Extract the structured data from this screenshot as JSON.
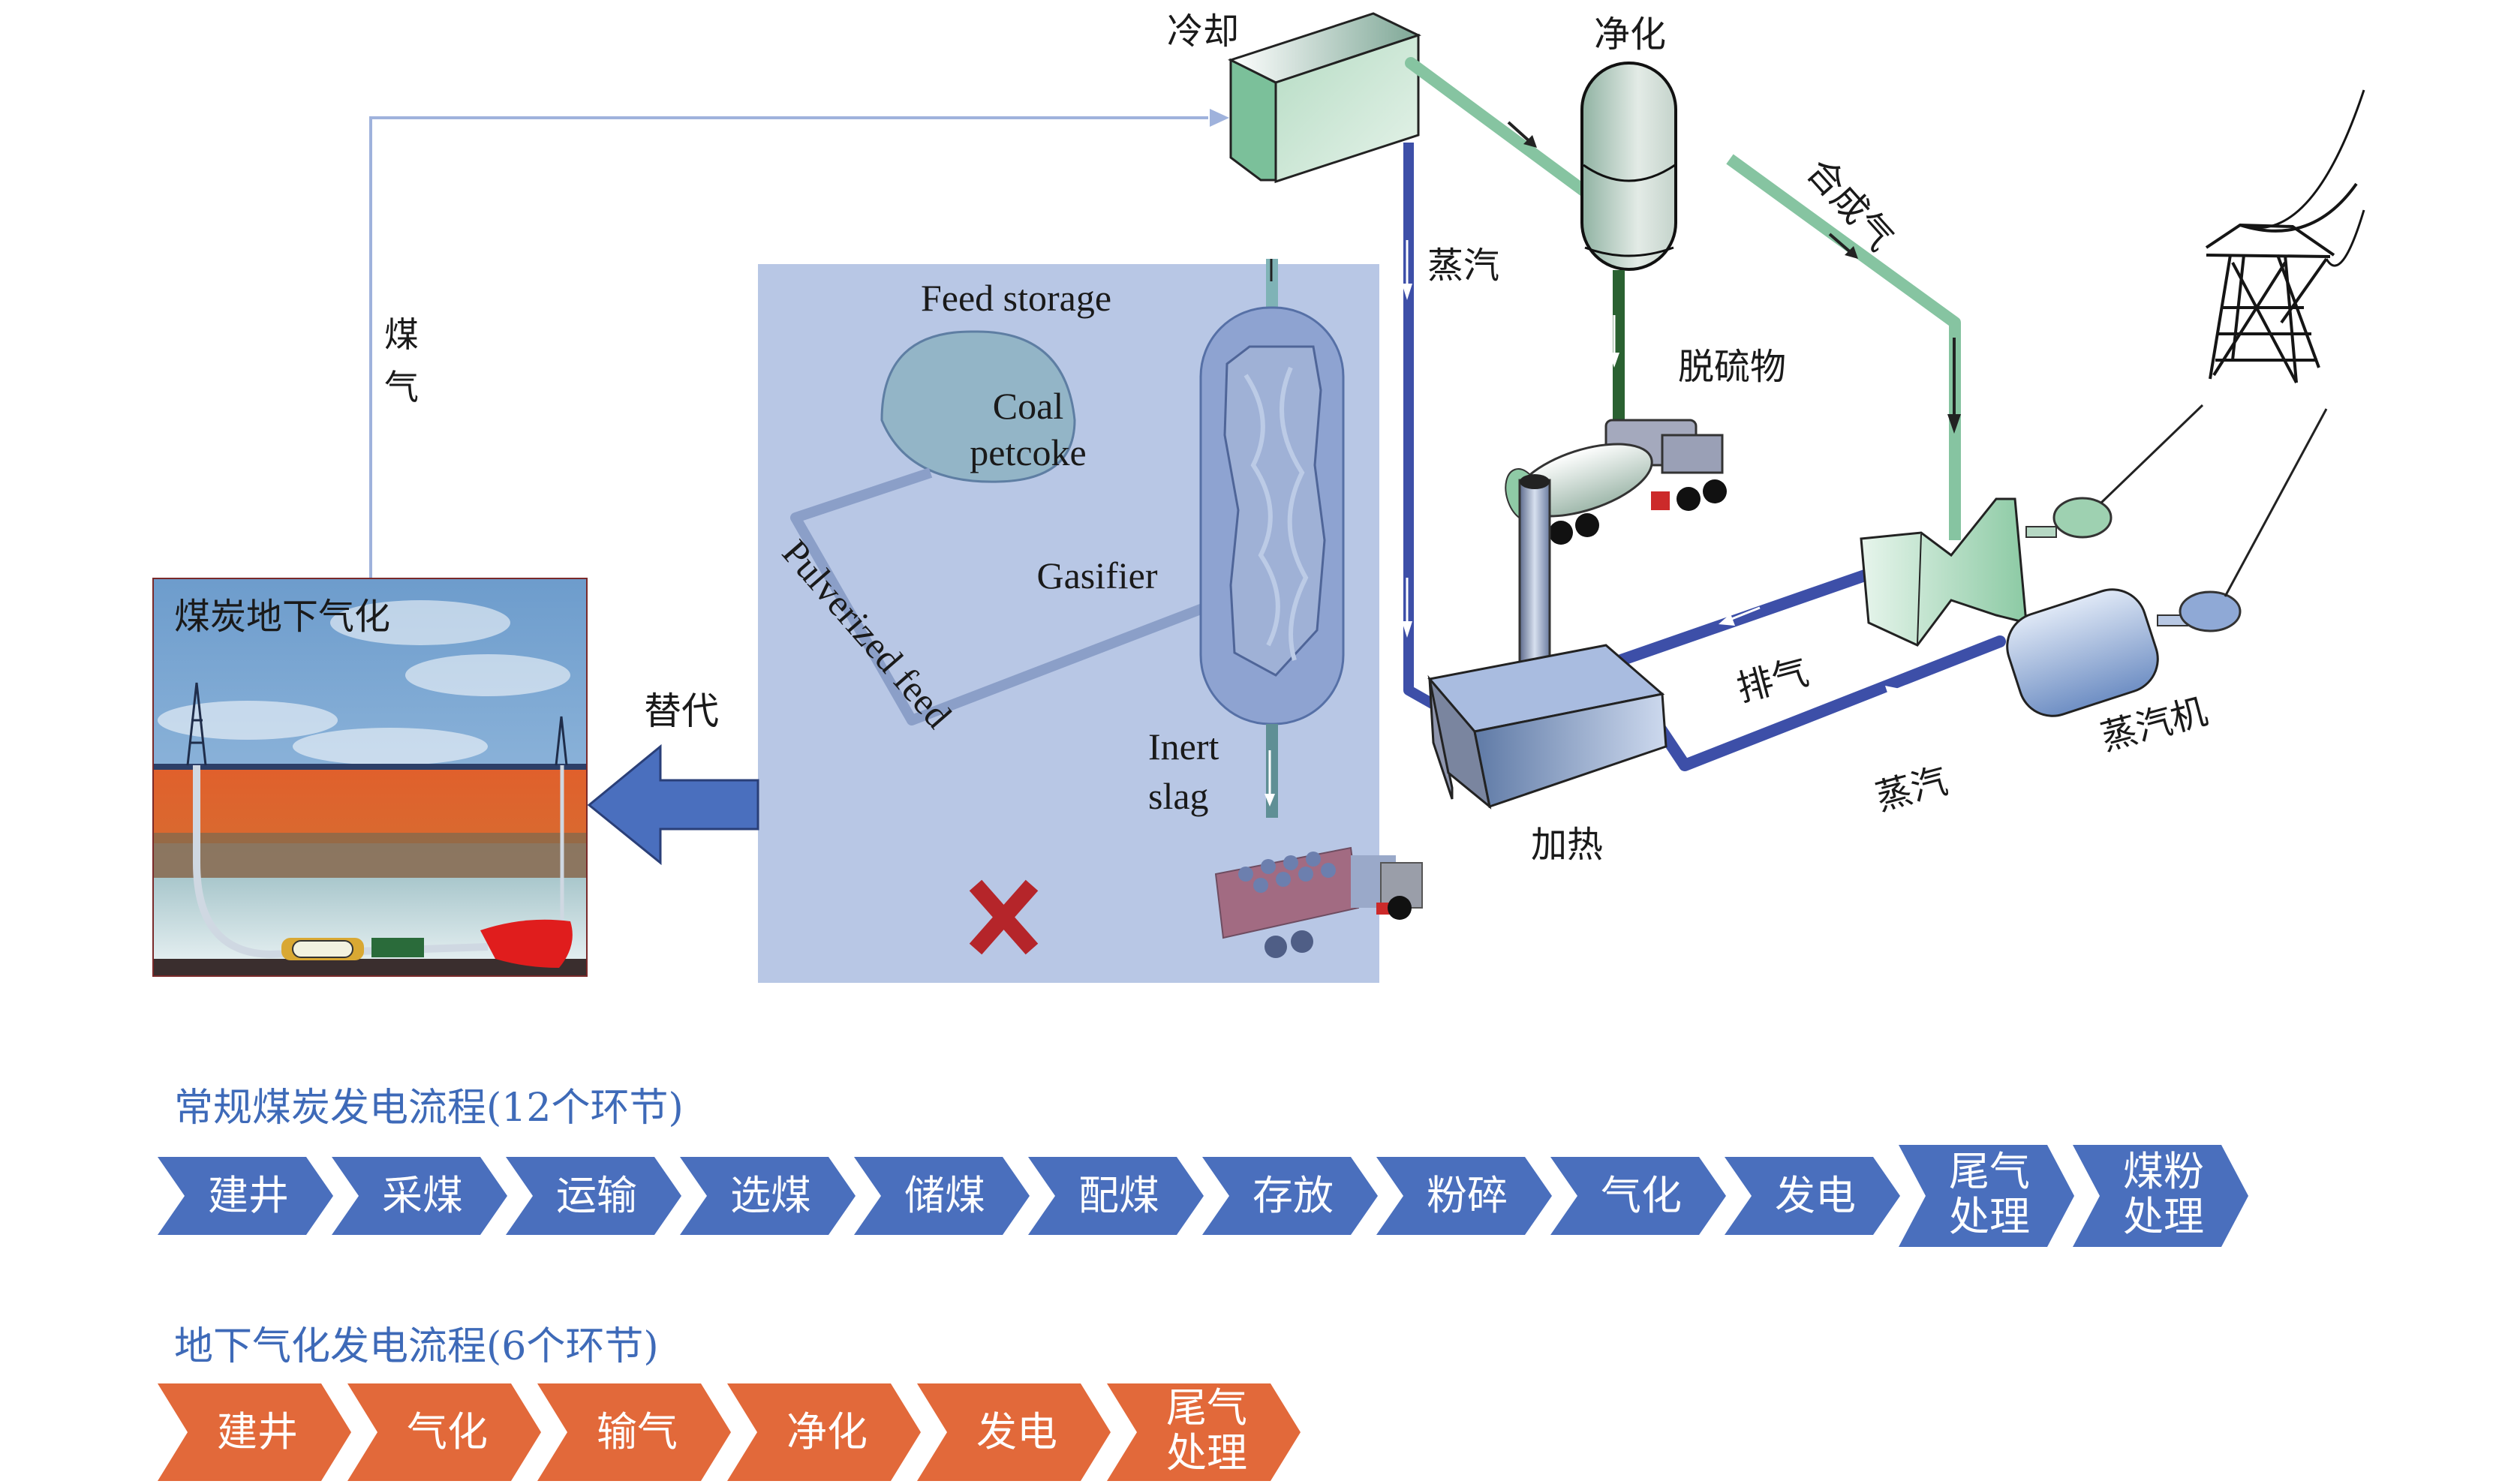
{
  "diagram": {
    "labels": {
      "cooling": "冷却",
      "purification": "净化",
      "syngas": "合成气",
      "steam_top": "蒸汽",
      "desulfurization": "脱硫物",
      "exhaust": "排气",
      "heating": "加热",
      "steam_bottom": "蒸汽",
      "steam_turbine": "蒸汽机",
      "coal_gas_char1": "煤",
      "coal_gas_char2": "气",
      "ucg": "煤炭地下气化",
      "replace": "替代"
    },
    "gasifier_panel": {
      "feed_storage": "Feed storage",
      "coal": "Coal",
      "petcoke": "petcoke",
      "gasifier": "Gasifier",
      "pulverized_feed": "Pulverized feed",
      "inert": "Inert",
      "slag": "slag",
      "status_mark": "cross-mark"
    },
    "colors": {
      "panel_bg": "#b8c7e5",
      "steam_pipe": "#3d4fa8",
      "syngas_pipe": "#86c4a1",
      "coal_gas_line": "#9fb2dc",
      "replace_arrow": "#4a6fbe",
      "conventional_chevron": "#4a6fbd",
      "ucg_chevron": "#e2693a",
      "cross": "#b5252a"
    }
  },
  "conventional_flow": {
    "title": "常规煤炭发电流程(12个环节)",
    "steps": [
      {
        "line1": "建井",
        "line2": ""
      },
      {
        "line1": "采煤",
        "line2": ""
      },
      {
        "line1": "运输",
        "line2": ""
      },
      {
        "line1": "选煤",
        "line2": ""
      },
      {
        "line1": "储煤",
        "line2": ""
      },
      {
        "line1": "配煤",
        "line2": ""
      },
      {
        "line1": "存放",
        "line2": ""
      },
      {
        "line1": "粉碎",
        "line2": ""
      },
      {
        "line1": "气化",
        "line2": ""
      },
      {
        "line1": "发电",
        "line2": ""
      },
      {
        "line1": "尾气",
        "line2": "处理"
      },
      {
        "line1": "煤粉",
        "line2": "处理"
      }
    ]
  },
  "ucg_flow": {
    "title": "地下气化发电流程(6个环节)",
    "steps": [
      {
        "line1": "建井",
        "line2": ""
      },
      {
        "line1": "气化",
        "line2": ""
      },
      {
        "line1": "输气",
        "line2": ""
      },
      {
        "line1": "净化",
        "line2": ""
      },
      {
        "line1": "发电",
        "line2": ""
      },
      {
        "line1": "尾气",
        "line2": "处理"
      }
    ]
  }
}
